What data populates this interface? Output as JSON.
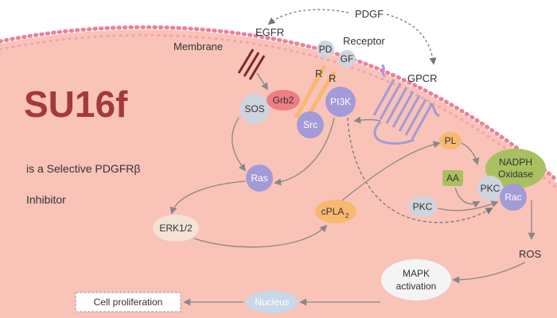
{
  "title": "SU16f",
  "subtitle_line1": "is a Selective PDGFRβ",
  "subtitle_line2": "Inhibitor",
  "labels": {
    "pdgf": "PDGF",
    "egfr": "EGFR",
    "membrane": "Membrane",
    "receptor": "Receptor",
    "gpcr": "GPCR",
    "r1": "R",
    "r2": "R",
    "ros": "ROS"
  },
  "nodes": {
    "pd": "PD",
    "gf": "GF",
    "sos": "SOS",
    "grb2": "Grb2",
    "pi3k": "PI3K",
    "src": "Src",
    "ras": "Ras",
    "pl": "PL",
    "nadph_1": "NADPH",
    "nadph_2": "Oxidase",
    "aa": "AA",
    "pkc_inner": "PKC",
    "rac": "Rac",
    "pkc": "PKC",
    "erk": "ERK1/2",
    "cpla2": "cPLA",
    "cpla2_sub": "2",
    "mapk_1": "MAPK",
    "mapk_2": "activation",
    "nucleus": "Nucleus",
    "cell_prolif": "Cell proliferation"
  },
  "colors": {
    "cell": "#f9c3b7",
    "membrane_dots": "#f07f9a",
    "title": "#a33a3a",
    "lavender": "#a39ad8",
    "gray_node": "#cfd5df",
    "pink_node": "#ef7d84",
    "orange_node": "#f7b870",
    "green_node": "#a9c060",
    "light_blue": "#c9d7ea"
  }
}
